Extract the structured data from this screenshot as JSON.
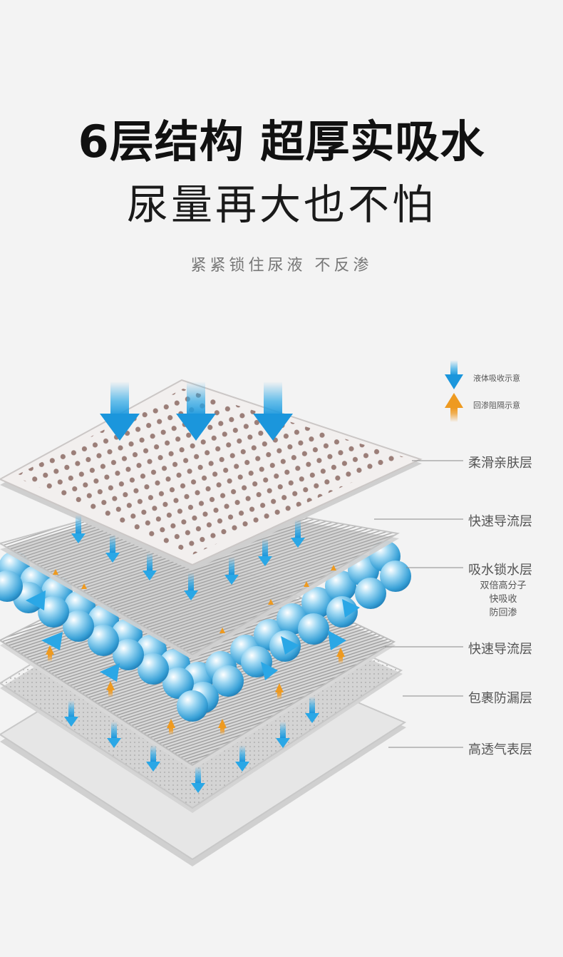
{
  "header": {
    "title": "6层结构 超厚实吸水",
    "subtitle": "尿量再大也不怕",
    "tagline": "紧紧锁住尿液 不反渗"
  },
  "legend": {
    "absorb": "液体吸收示意",
    "block": "回渗阻隔示意"
  },
  "layers": [
    {
      "label": "柔滑亲肤层"
    },
    {
      "label": "快速导流层"
    },
    {
      "label": "吸水锁水层",
      "note": [
        "双倍高分子",
        "快吸收",
        "防回渗"
      ]
    },
    {
      "label": "快速导流层"
    },
    {
      "label": "包裹防漏层"
    },
    {
      "label": "高透气表层"
    }
  ],
  "colors": {
    "absorb_arrow": "#2aa7e6",
    "block_arrow": "#f0a030",
    "ball": "#5ab8e8",
    "top_layer_dots": "#9b7e78"
  }
}
